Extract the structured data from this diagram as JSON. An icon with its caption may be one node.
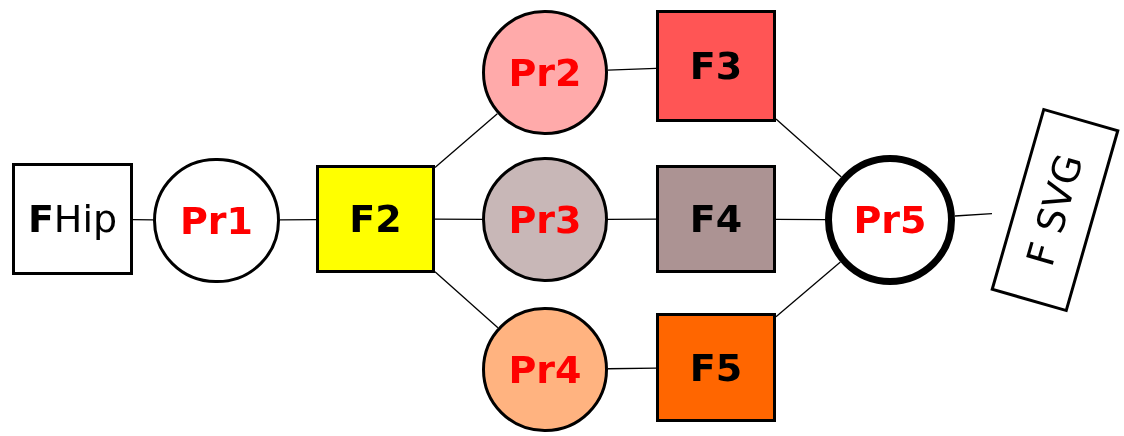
{
  "diagram": {
    "nodes": [
      {
        "text": [
          "**F**Hip"
        ]
      },
      {
        "text": [
          "Pr1"
        ]
      },
      {
        "text": [
          "F2"
        ]
      },
      {
        "text": [
          "Pr2"
        ]
      },
      {
        "text": [
          "Pr3"
        ]
      },
      {
        "text": [
          "Pr4"
        ]
      },
      {
        "text": [
          "F3"
        ]
      },
      {
        "text": [
          "F4"
        ]
      },
      {
        "text": [
          "F5"
        ]
      },
      {
        "text": [
          "Pr5"
        ]
      },
      {
        "text": [
          "F SVG"
        ]
      }
    ],
    "edges": [
      {
        "from": 0,
        "to": 1,
        "arrow": "none"
      },
      {
        "from": 1,
        "to": 2,
        "arrow": "none"
      },
      {
        "from": 2,
        "to": 3,
        "arrow": "none"
      },
      {
        "from": 2,
        "to": 4,
        "arrow": "none"
      },
      {
        "from": 2,
        "to": 5,
        "arrow": "none"
      },
      {
        "from": 3,
        "to": 6,
        "arrow": "none"
      },
      {
        "from": 4,
        "to": 7,
        "arrow": "none"
      },
      {
        "from": 5,
        "to": 8,
        "arrow": "none"
      },
      {
        "from": 6,
        "to": 9,
        "arrow": "none"
      },
      {
        "from": 7,
        "to": 9,
        "arrow": "none"
      },
      {
        "from": 8,
        "to": 9,
        "arrow": "none"
      },
      {
        "from": 9,
        "to": 10,
        "arrow": "none"
      }
    ]
  }
}
